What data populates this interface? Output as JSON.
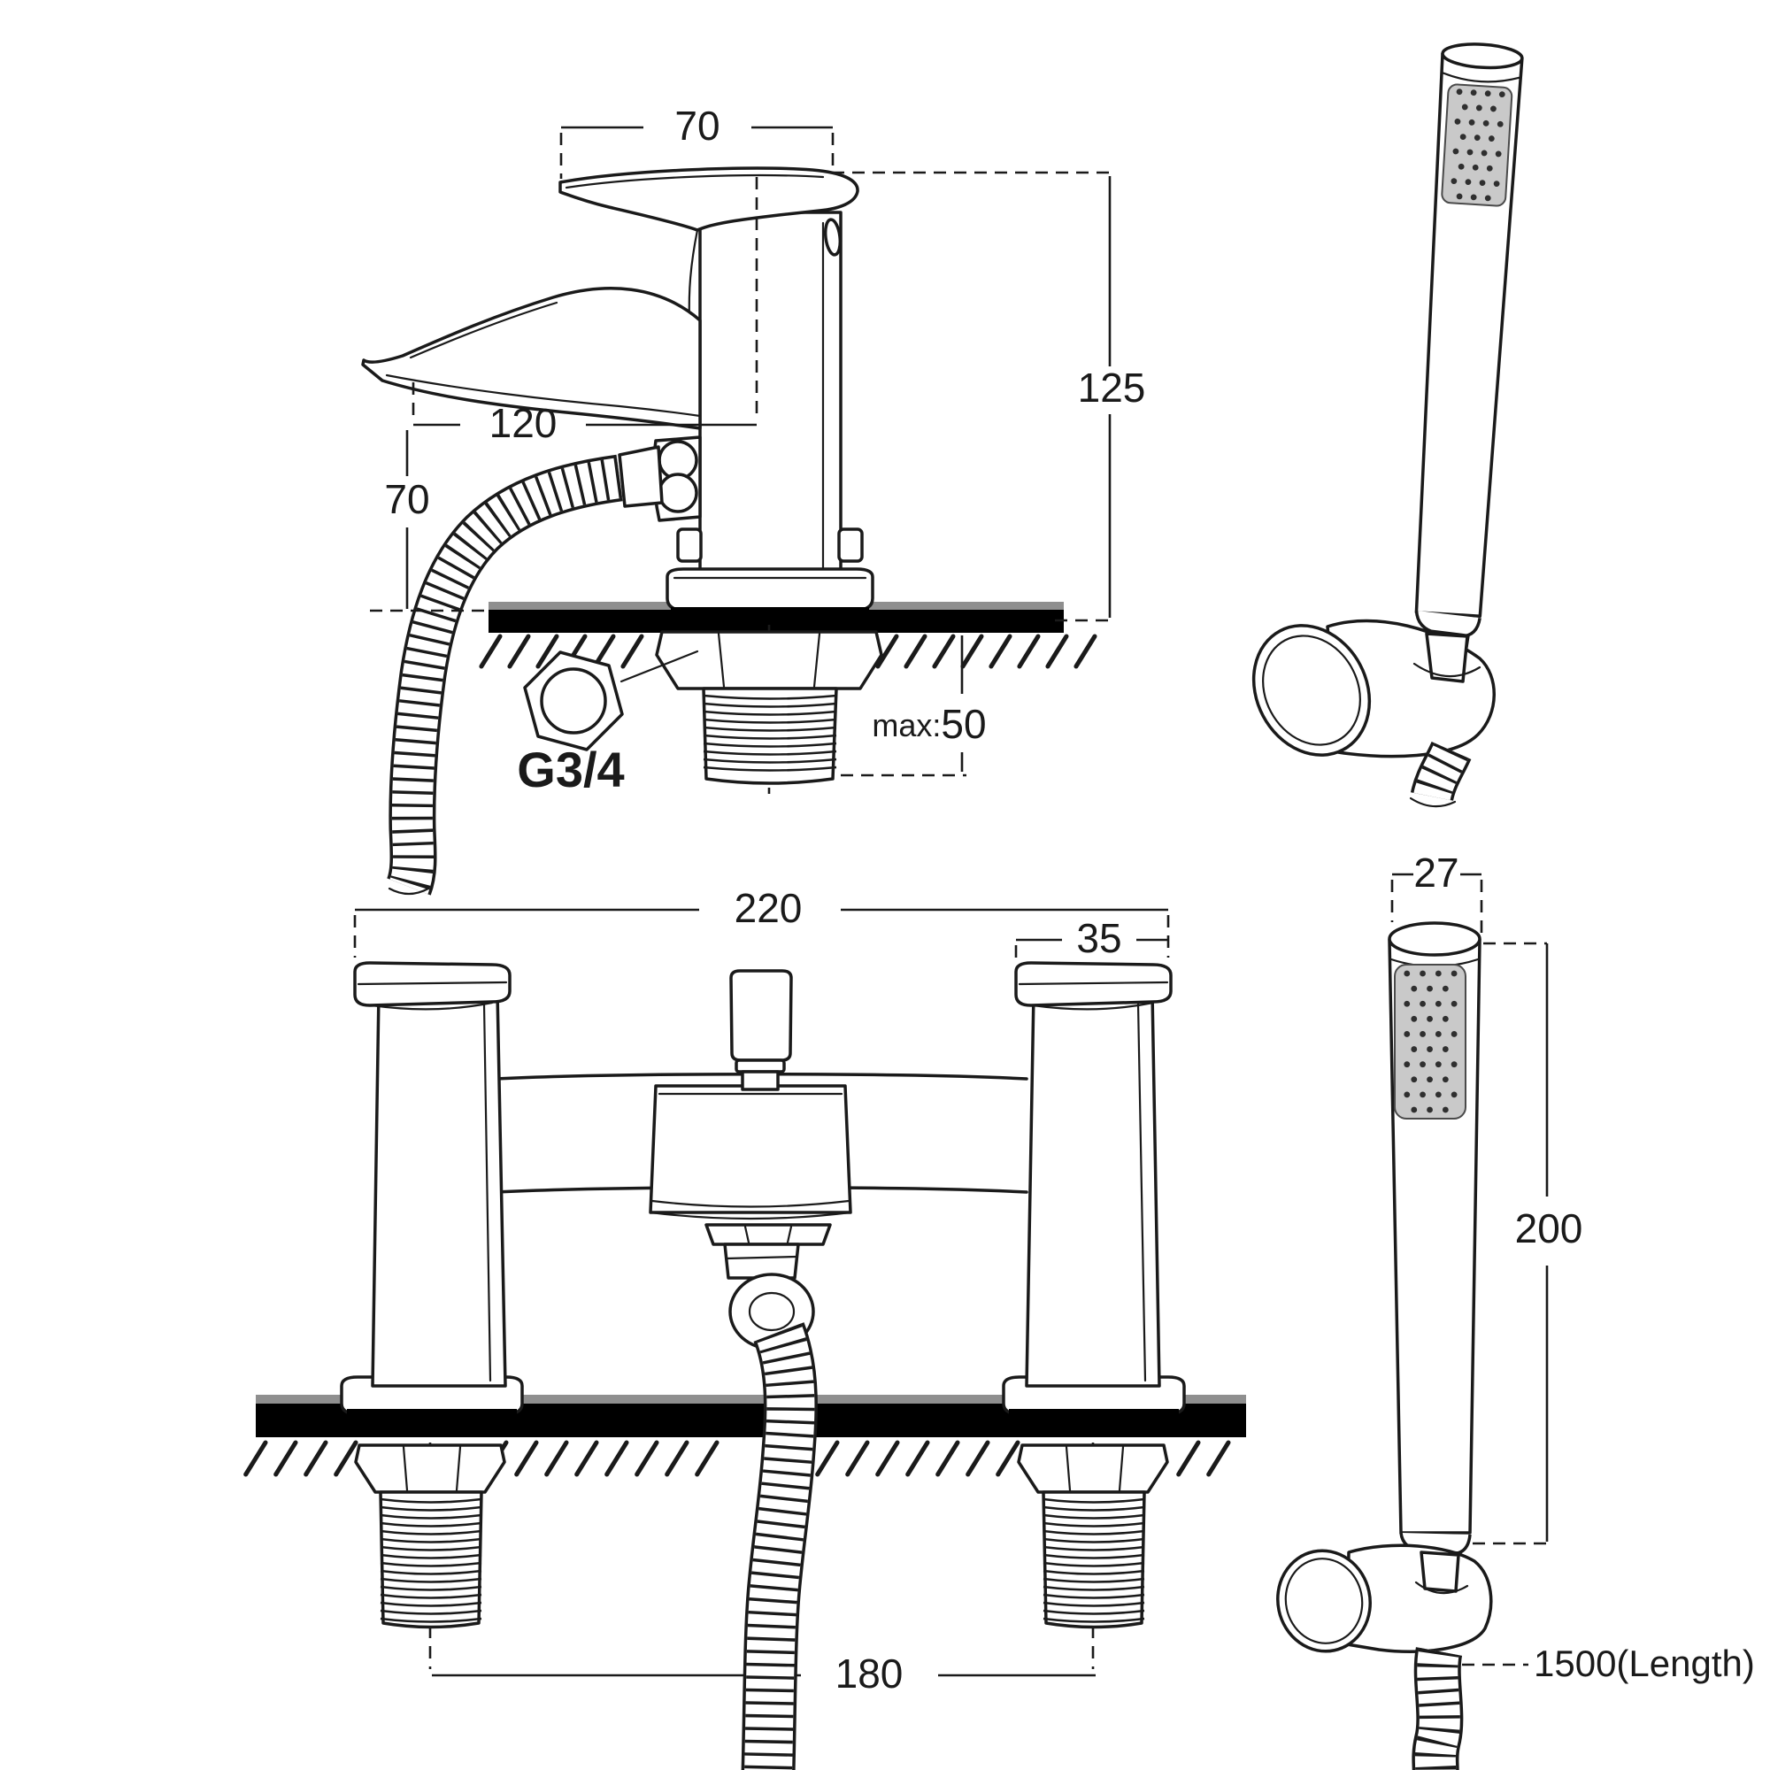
{
  "page": {
    "background": "#ffffff"
  },
  "colors": {
    "line": "#1a1a1a",
    "deck_fill": "#000000",
    "deck_shadow": "#8f8f8f",
    "spray_face": "#c9c9c9",
    "spray_dot": "#2f2f2f"
  },
  "side_view": {
    "dim_top_width": "70",
    "dim_height": "125",
    "dim_reach": "120",
    "dim_spout_height": "70",
    "dim_max_prefix": "max:",
    "dim_max_value": "50",
    "thread_label": "G3/4"
  },
  "front_view": {
    "dim_overall_width": "220",
    "dim_handle_width": "35",
    "dim_tail_centres": "180"
  },
  "handset_views": {
    "dim_head_diameter": "27",
    "dim_handset_length": "200",
    "dim_hose_length": "1500(Length)"
  }
}
